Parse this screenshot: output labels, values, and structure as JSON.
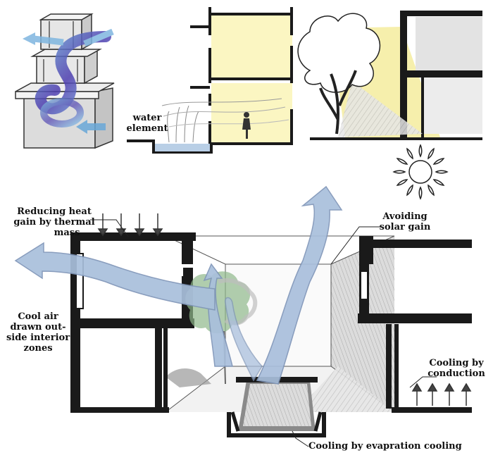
{
  "labels": {
    "water_element": [
      "water",
      "element"
    ],
    "reducing_heat": [
      "Reducing heat",
      "gain by thermal",
      "mass"
    ],
    "avoiding_solar": [
      "Avoiding",
      "solar gain"
    ],
    "cool_air": [
      "Cool air",
      "drawn out-",
      "side interior",
      "zones"
    ],
    "cooling_conduction": [
      "Cooling by",
      "conduction"
    ],
    "cooling_evaporation": "Cooling by evapration cooling"
  },
  "colors": {
    "wall": "#1a1a1a",
    "floor_yellow": "#fbf6c2",
    "airflow_blue": "#a9bfdc",
    "airflow_stroke": "#7f95b8",
    "tree_green": "#8fb88a",
    "sun_ray": "#f4ec9d",
    "shading_grey": "#d8d8d8"
  },
  "icons": [
    "sun-icon",
    "tree-icon",
    "person-icon",
    "fountain-icon",
    "tower-icon",
    "airflow-arrow-icon"
  ]
}
